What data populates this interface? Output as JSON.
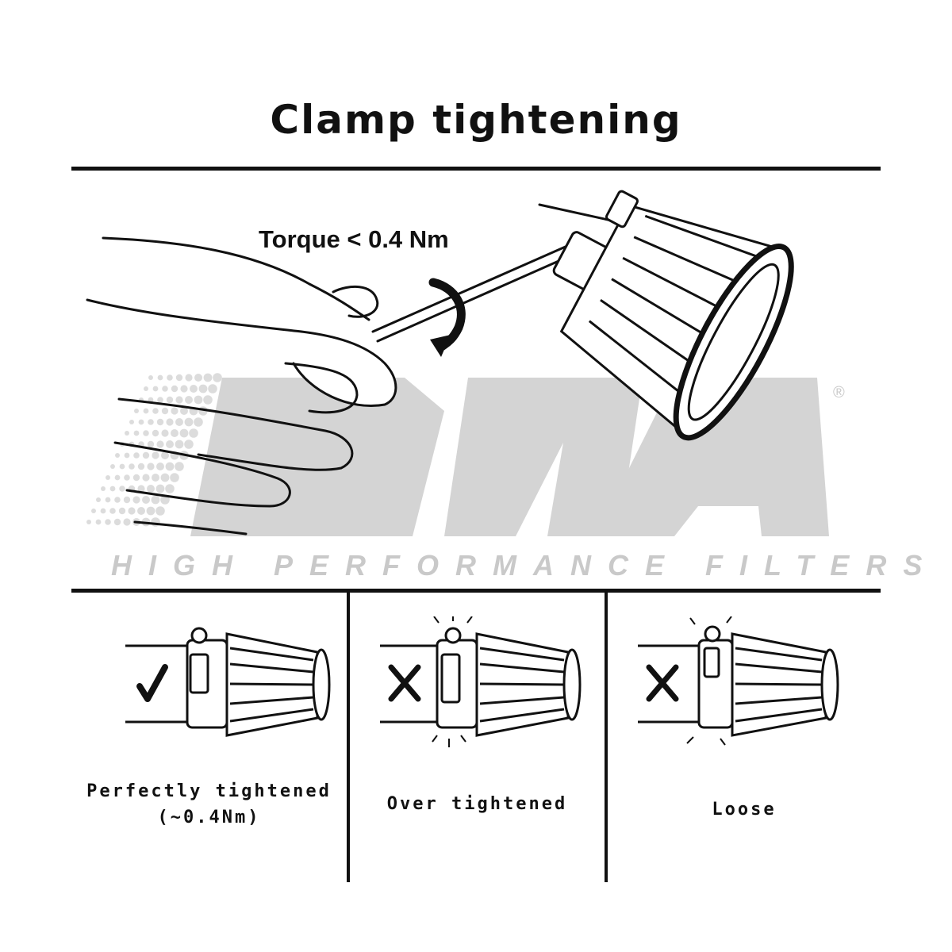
{
  "title": "Clamp tightening",
  "hero": {
    "torque_label": "Torque < 0.4 Nm",
    "brand": {
      "logo_text": "DNA",
      "tagline": "HIGH PERFORMANCE FILTERS",
      "registered_mark": "®"
    }
  },
  "panels": [
    {
      "mark": "check",
      "caption_line1": "Perfectly tightened",
      "caption_line2": "(~0.4Nm)"
    },
    {
      "mark": "cross",
      "caption_line1": "Over tightened",
      "caption_line2": ""
    },
    {
      "mark": "cross",
      "caption_line1": "Loose",
      "caption_line2": ""
    }
  ],
  "colors": {
    "ink": "#111111",
    "watermark": "#c9c9c9",
    "background": "#ffffff"
  }
}
